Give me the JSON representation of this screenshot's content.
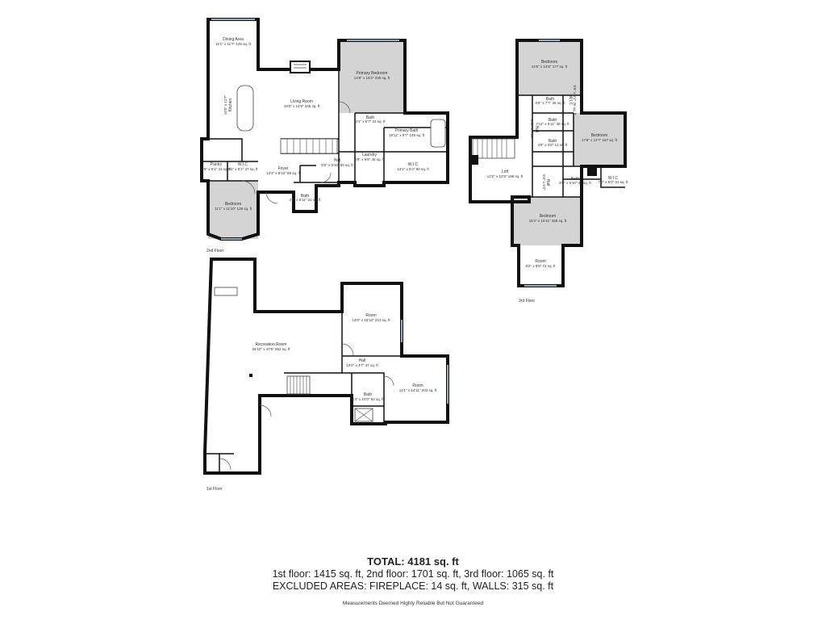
{
  "floors": {
    "floor2": "2nd Floor",
    "floor3": "3rd Floor",
    "floor1": "1st Floor"
  },
  "rooms": {
    "dining_name": "Dining Area",
    "dining_dims": "11'1\" x 11'7\" 129 sq. ft",
    "living_name": "Living Room",
    "living_dims": "19'0\" x 14'9\" 345 sq. ft",
    "kitchen_name": "Kitchen",
    "kitchen_dims": "15'5\" x 11'7\"",
    "primary_bed_name": "Primary Bedroom",
    "primary_bed_dims": "14'6\" x 16'3\" 235 sq. ft",
    "bath_a_name": "Bath",
    "bath_a_dims": "4'1\" x 5'7\" 23 sq. ft",
    "primary_bath_name": "Primary Bath",
    "primary_bath_dims": "19'11\" x 8'7\" 149 sq. ft",
    "wic_primary_name": "W.I.C",
    "wic_primary_dims": "14'1\" x 6'4\" 90 sq. ft",
    "laundry_name": "Laundry",
    "laundry_dims": "6'9\" x 6'9\" 46 sq. ft",
    "hall2_name": "Hall",
    "hall2_dims": "8'6\" x 5'10\" 50 sq. ft",
    "foyer_name": "Foyer",
    "foyer_dims": "13'4\" x 8'10\" 89 sq. ft",
    "pantry_name": "Pantry",
    "pantry_dims": "5'8\" x 5'1\" 31 sq. ft",
    "wic_small_name": "W.I.C",
    "wic_small_dims": "5'1\" x 5'1\" 37 sq. ft",
    "bedroom2_name": "Bedroom",
    "bedroom2_dims": "11'1\" x 11'10\" 138 sq. ft",
    "bath_b_name": "Bath",
    "bath_b_dims": "4'2\" x 5'11\" 31 sq. ft",
    "bed3a_name": "Bedroom",
    "bed3a_dims": "14'6\" x 14'8\" 177 sq. ft",
    "bath3a_name": "Bath",
    "bath3a_dims": "5'6\" x 7'7\" 36 sq. ft",
    "bath3b_name": "Bath",
    "bath3b_dims": "7'11\" x 6'11\" 38 sq. ft",
    "wic3a_name": "W.I.C",
    "wic3a_dims": "5'6\" x 5'2\" 26 sq. ft",
    "hall3_name": "Hall",
    "hall3_dims": "4'11\" x 7'10\"",
    "bath3c_name": "Bath",
    "bath3c_dims": "4'6\" x 4'6\" 13 sq. ft",
    "bed3b_name": "Bedroom",
    "bed3b_dims": "17'8\" x 11'7\" 167 sq. ft",
    "loft_name": "Loft",
    "loft_dims": "14'2\" x 12'8\" 198 sq. ft",
    "bath3d_name": "Bath",
    "bath3d_dims": "8'6\" x 6'10\" 47 sq. ft",
    "wic3b_name": "W.I.C",
    "wic3b_dims": "7'0\" x 6'0\" 31 sq. ft",
    "hall3b_name": "Hall",
    "hall3b_dims": "5'6\" x 6'2\"",
    "bed3c_name": "Bedroom",
    "bed3c_dims": "15'4\" x 10'11\" 168 sq. ft",
    "room3_name": "Room",
    "room3_dims": "8'2\" x 8'9\" 72 sq. ft",
    "rec_name": "Recreation Room",
    "rec_dims": "26'10\" x 47'6\" 852 sq. ft",
    "room1a_name": "Room",
    "room1a_dims": "13'8\" x 15'10\" 213 sq. ft",
    "hall1_name": "Hall",
    "hall1_dims": "10'0\" x 4'7\" 47 sq. ft",
    "room1b_name": "Room",
    "room1b_dims": "14'1\" x 14'11\" 203 sq. ft",
    "bath1_name": "Bath",
    "bath1_dims": "6'4\" x 10'0\" 62 sq. ft"
  },
  "summary": {
    "total": "TOTAL: 4181 sq. ft",
    "floors_line": "1st floor: 1415 sq. ft, 2nd floor: 1701 sq. ft, 3rd floor: 1065 sq. ft",
    "excluded_line": "EXCLUDED AREAS: FIREPLACE: 14 sq. ft, WALLS: 315 sq. ft",
    "disclaimer": "Measurements Deemed Highly Reliable But Not Guaranteed"
  }
}
